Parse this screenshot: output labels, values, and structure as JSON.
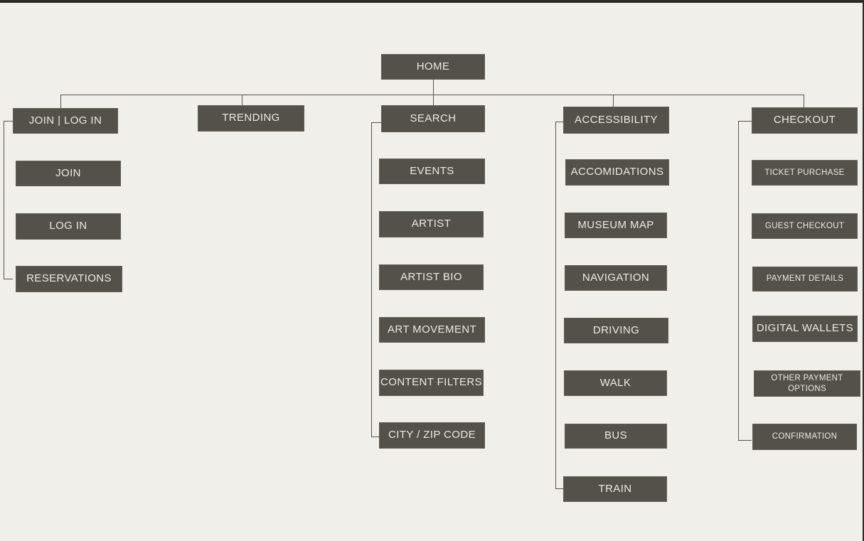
{
  "diagram": {
    "type": "sitemap-flowchart",
    "root": {
      "label": "HOME"
    },
    "columns": [
      {
        "parent": "JOIN | LOG IN",
        "children": [
          "JOIN",
          "LOG IN",
          "RESERVATIONS"
        ]
      },
      {
        "parent": "TRENDING",
        "children": []
      },
      {
        "parent": "SEARCH",
        "children": [
          "EVENTS",
          "ARTIST",
          "ARTIST BIO",
          "ART MOVEMENT",
          "CONTENT FILTERS",
          "CITY / ZIP CODE"
        ]
      },
      {
        "parent": "ACCESSIBILITY",
        "children": [
          "ACCOMIDATIONS",
          "MUSEUM MAP",
          "NAVIGATION",
          "DRIVING",
          "WALK",
          "BUS",
          "TRAIN"
        ]
      },
      {
        "parent": "CHECKOUT",
        "children": [
          "TICKET PURCHASE",
          "GUEST CHECKOUT",
          "PAYMENT DETAILS",
          "DIGITAL WALLETS",
          "OTHER PAYMENT OPTIONS",
          "CONFIRMATION"
        ]
      }
    ],
    "colors": {
      "background": "#f1efe9",
      "node_fill": "#54504a",
      "node_text": "#eceae4",
      "connector": "#56534d",
      "frame_edge": "#2c2b28"
    }
  }
}
